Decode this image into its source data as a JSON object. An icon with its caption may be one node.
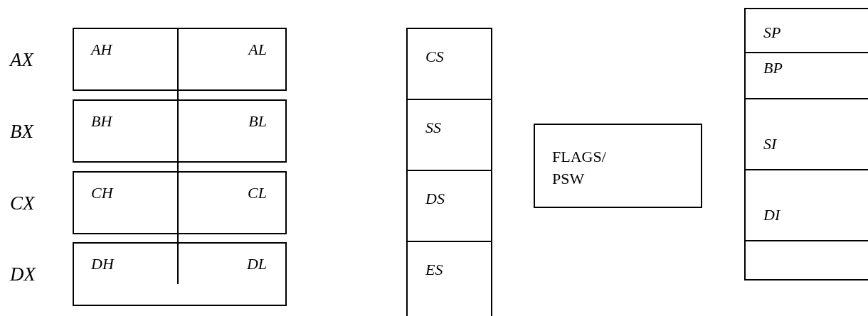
{
  "diagram": {
    "nodes": [
      {
        "text": [
          "AX"
        ]
      },
      {
        "text": [
          "AH"
        ],
        "in": 0
      },
      {
        "text": [
          "AL"
        ],
        "in": 0
      },
      {
        "text": [
          "BX"
        ]
      },
      {
        "text": [
          "BH"
        ],
        "in": 3
      },
      {
        "text": [
          "BL"
        ],
        "in": 3
      },
      {
        "text": [
          "CX"
        ]
      },
      {
        "text": [
          "CH"
        ],
        "in": 6
      },
      {
        "text": [
          "CL"
        ],
        "in": 6
      },
      {
        "text": [
          "DX"
        ]
      },
      {
        "text": [
          "DH"
        ],
        "in": 9
      },
      {
        "text": [
          "DL"
        ],
        "in": 9
      },
      {
        "text": [
          "CS"
        ]
      },
      {
        "text": [
          "SS"
        ]
      },
      {
        "text": [
          "DS"
        ]
      },
      {
        "text": [
          "ES"
        ]
      },
      {
        "text": [
          "FLAGS/ PSW"
        ]
      },
      {
        "text": [
          "SP"
        ]
      },
      {
        "text": [
          "BP"
        ]
      },
      {
        "text": [
          "SI"
        ]
      },
      {
        "text": [
          "DI"
        ]
      },
      {
        "text": [],
        "shape": "box"
      }
    ],
    "edges": []
  }
}
